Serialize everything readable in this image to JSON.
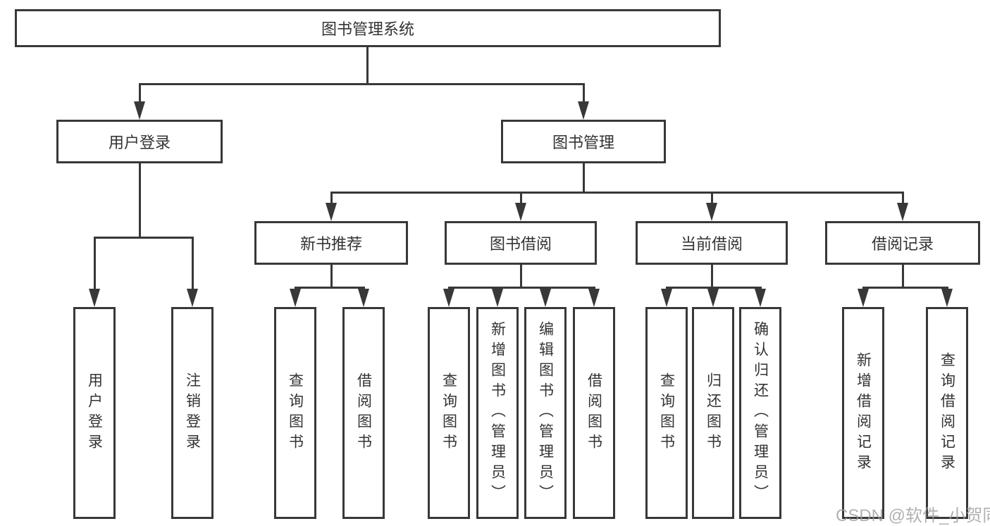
{
  "title": "图书管理系统",
  "tree": {
    "root": {
      "label": "图书管理系统"
    },
    "children": [
      {
        "label": "用户登录",
        "children": [
          {
            "label": "用户登录"
          },
          {
            "label": "注销登录"
          }
        ]
      },
      {
        "label": "图书管理",
        "children": [
          {
            "label": "新书推荐",
            "children": [
              {
                "label": "查询图书"
              },
              {
                "label": "借阅图书"
              }
            ]
          },
          {
            "label": "图书借阅",
            "children": [
              {
                "label": "查询图书"
              },
              {
                "label": "新增图书（管理员）"
              },
              {
                "label": "编辑图书（管理员）"
              },
              {
                "label": "借阅图书"
              }
            ]
          },
          {
            "label": "当前借阅",
            "children": [
              {
                "label": "查询图书"
              },
              {
                "label": "归还图书"
              },
              {
                "label": "确认归还（管理员）"
              }
            ]
          },
          {
            "label": "借阅记录",
            "children": [
              {
                "label": "新增借阅记录"
              },
              {
                "label": "查询借阅记录"
              }
            ]
          }
        ]
      }
    ]
  },
  "watermark": {
    "text": "CSDN @软件_小贺同学"
  },
  "colors": {
    "line": "#383838",
    "text": "#333333",
    "background": "#ffffff",
    "watermark": "#9e9e9e"
  }
}
